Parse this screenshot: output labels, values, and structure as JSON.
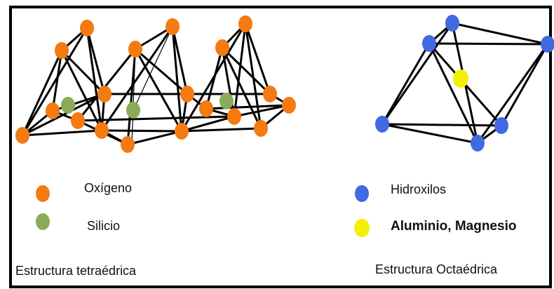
{
  "colors": {
    "border": "#000000",
    "bonds": "#000000",
    "oxygen": "#f47a12",
    "silicon": "#8aac5a",
    "hydroxyl": "#4169e1",
    "aluminum_magnesium": "#f5f000"
  },
  "legend": {
    "oxygen": "Oxígeno",
    "silicon": "Silicio",
    "hydroxyl": "Hidroxilos",
    "aluminum_magnesium": "Aluminio, Magnesio"
  },
  "captions": {
    "tetrahedral": "Estructura tetraédrica",
    "octahedral": "Estructura Octaédrica"
  }
}
